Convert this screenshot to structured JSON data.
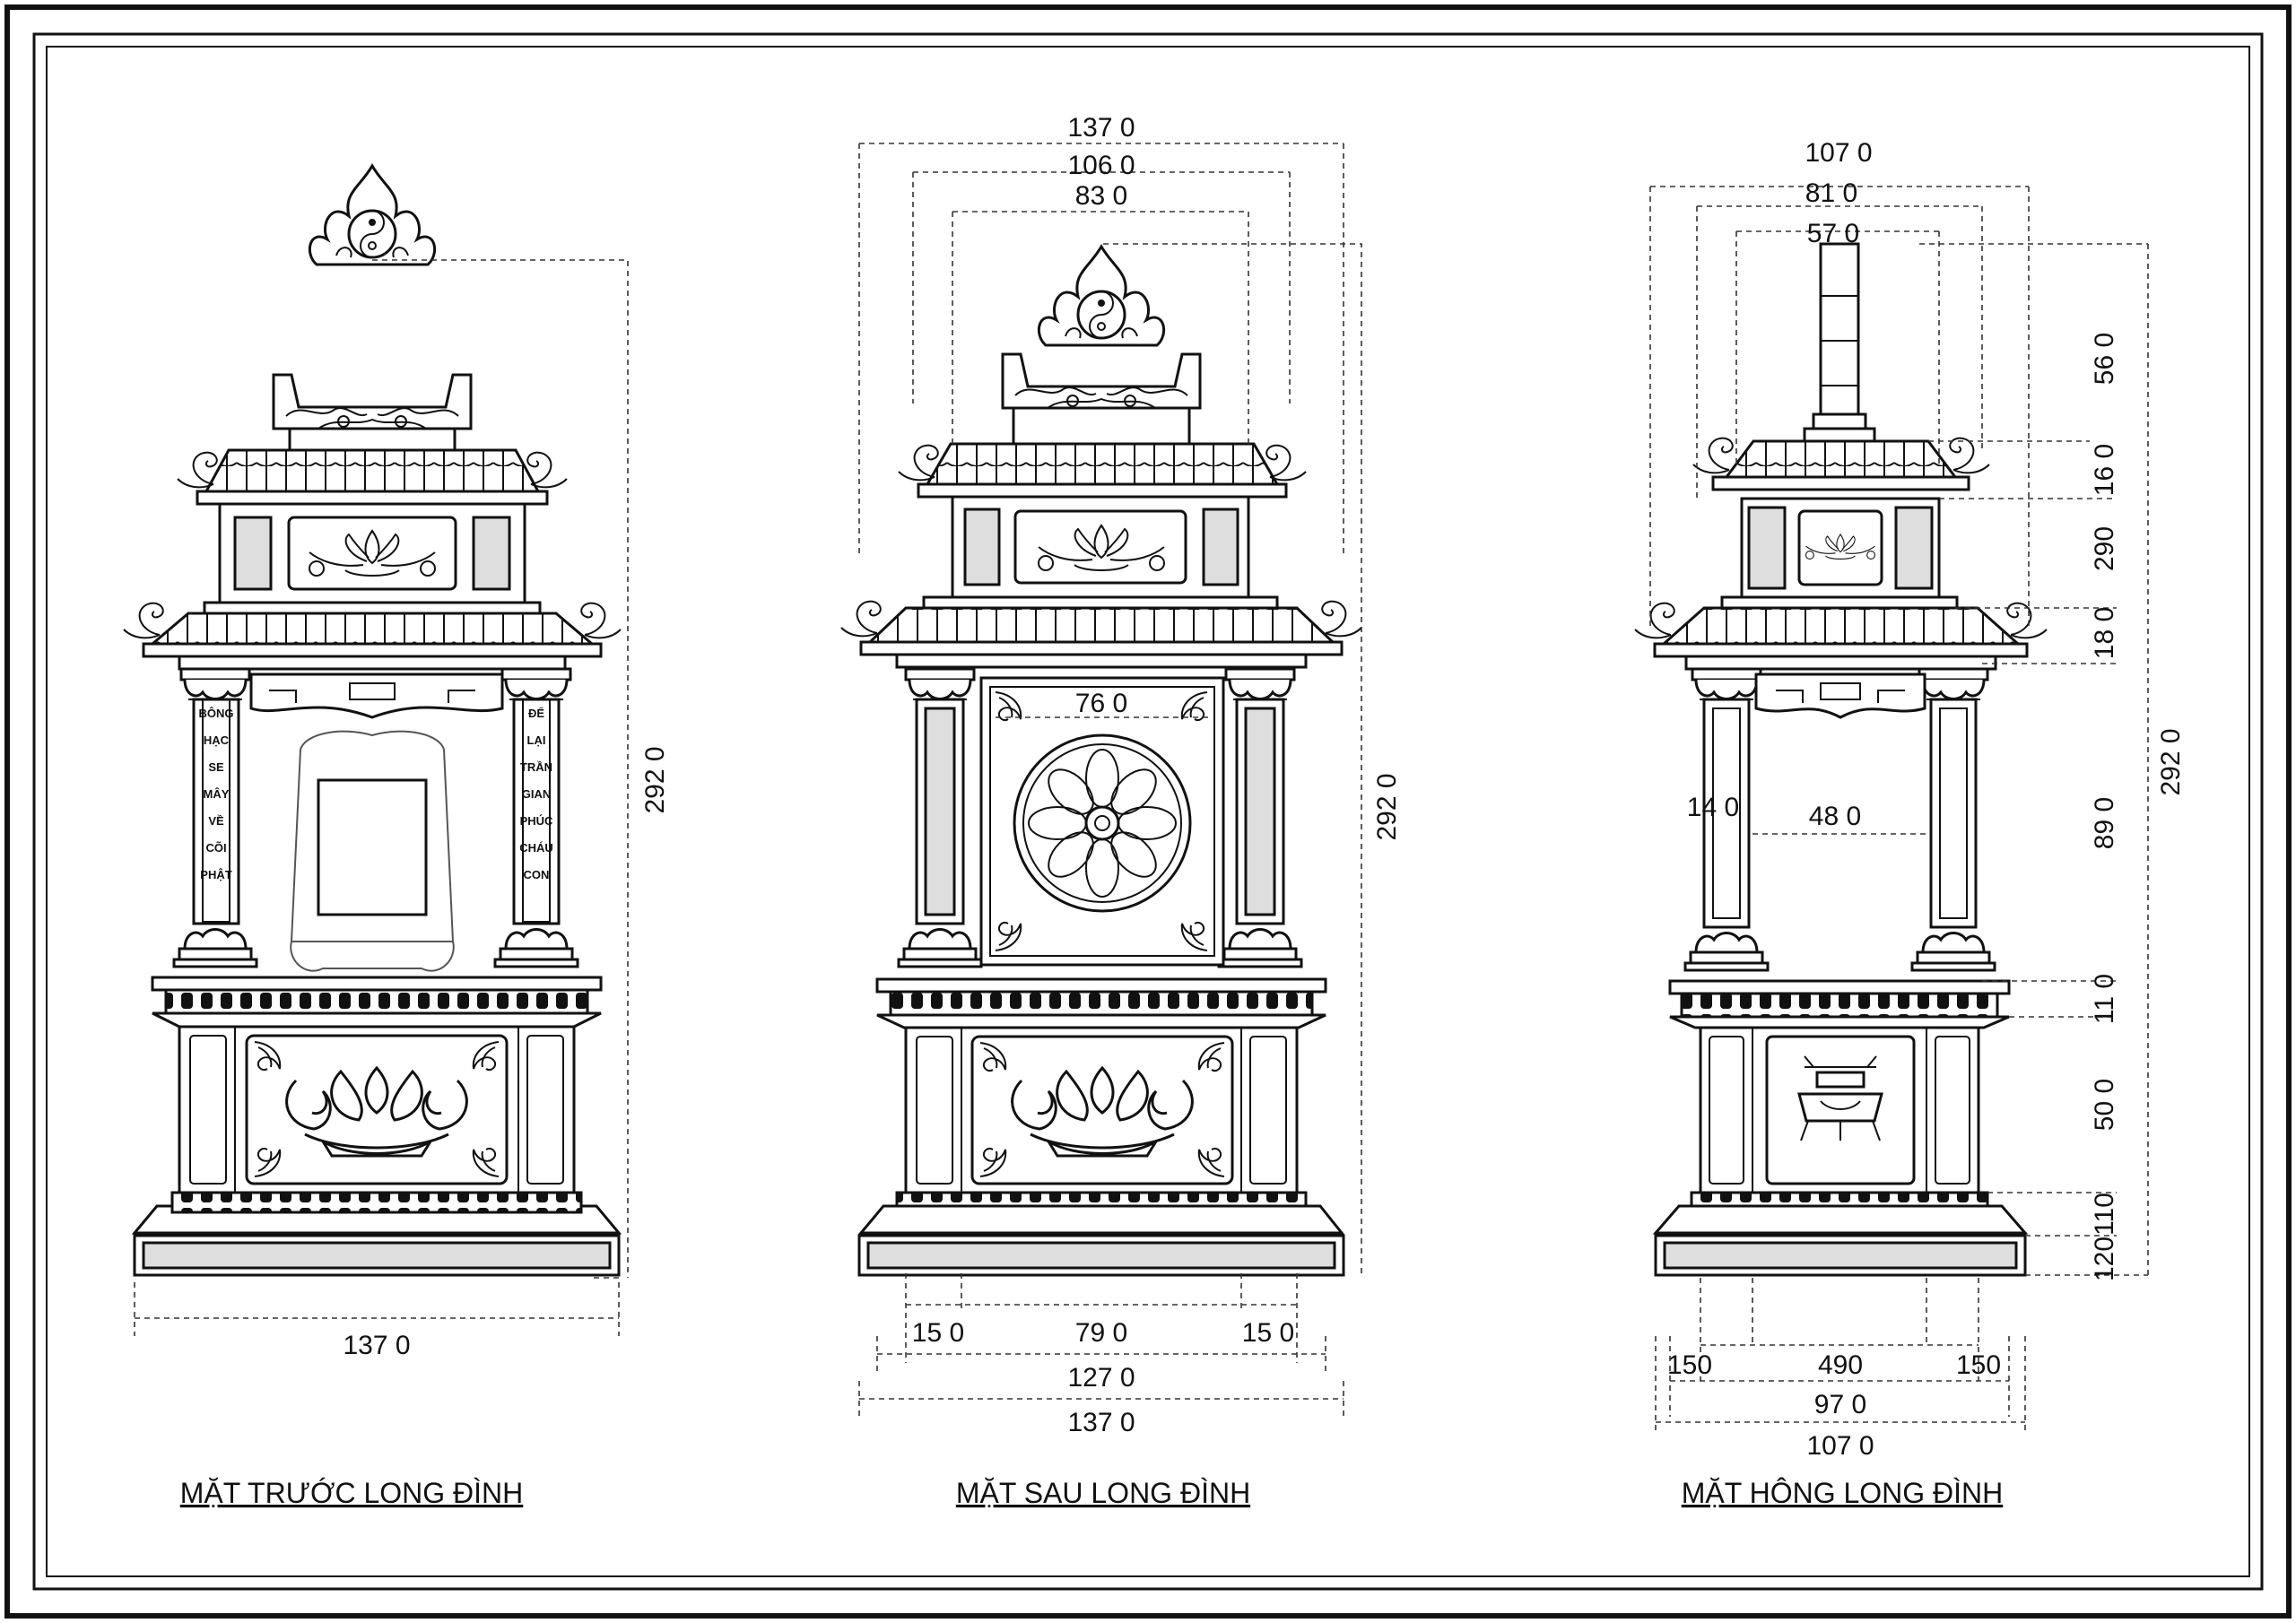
{
  "views": [
    {
      "title": "MẶT TRƯỚC LONG ĐÌNH",
      "left_couplet": [
        "BÔNG",
        "HẠC",
        "SE",
        "MÂY",
        "VỀ",
        "CÕI",
        "PHẬT"
      ],
      "right_couplet": [
        "ĐỂ",
        "LẠI",
        "TRẦN",
        "GIAN",
        "PHÚC",
        "CHÁU",
        "CON"
      ],
      "dims": {
        "height": "292 0",
        "width_bottom": "137 0"
      }
    },
    {
      "title": "MẶT SAU LONG ĐÌNH",
      "dims": {
        "top_1": "137 0",
        "top_2": "106 0",
        "top_3": "83 0",
        "panel": "76 0",
        "height": "292 0",
        "b_left": "15 0",
        "b_mid": "79 0",
        "b_right": "15 0",
        "b_2": "127 0",
        "b_3": "137 0"
      }
    },
    {
      "title": "MẶT HÔNG LONG ĐÌNH",
      "dims": {
        "top_1": "107 0",
        "top_2": "81 0",
        "top_3": "57 0",
        "v1": "56 0",
        "v2": "16 0",
        "v3": "290",
        "v4": "18 0",
        "v5": "89 0",
        "v6": "11 0",
        "v7": "50 0",
        "v8": "110",
        "v9": "120",
        "height": "292 0",
        "col": "14 0",
        "mid": "48 0",
        "b_left": "150",
        "b_mid": "490",
        "b_right": "150",
        "b_2": "97 0",
        "b_3": "107 0"
      }
    }
  ],
  "colors": {
    "line": "#111111",
    "panel_fill": "#dedede",
    "paper": "#ffffff"
  }
}
